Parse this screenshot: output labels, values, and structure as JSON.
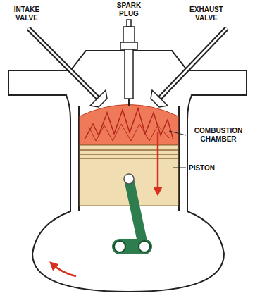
{
  "diagram": {
    "labels": [
      "INTAKE VALVE",
      "SPARK PLUG",
      "EXHAUST VALVE",
      "COMBUSTION CHAMBER",
      "PISTON"
    ]
  }
}
